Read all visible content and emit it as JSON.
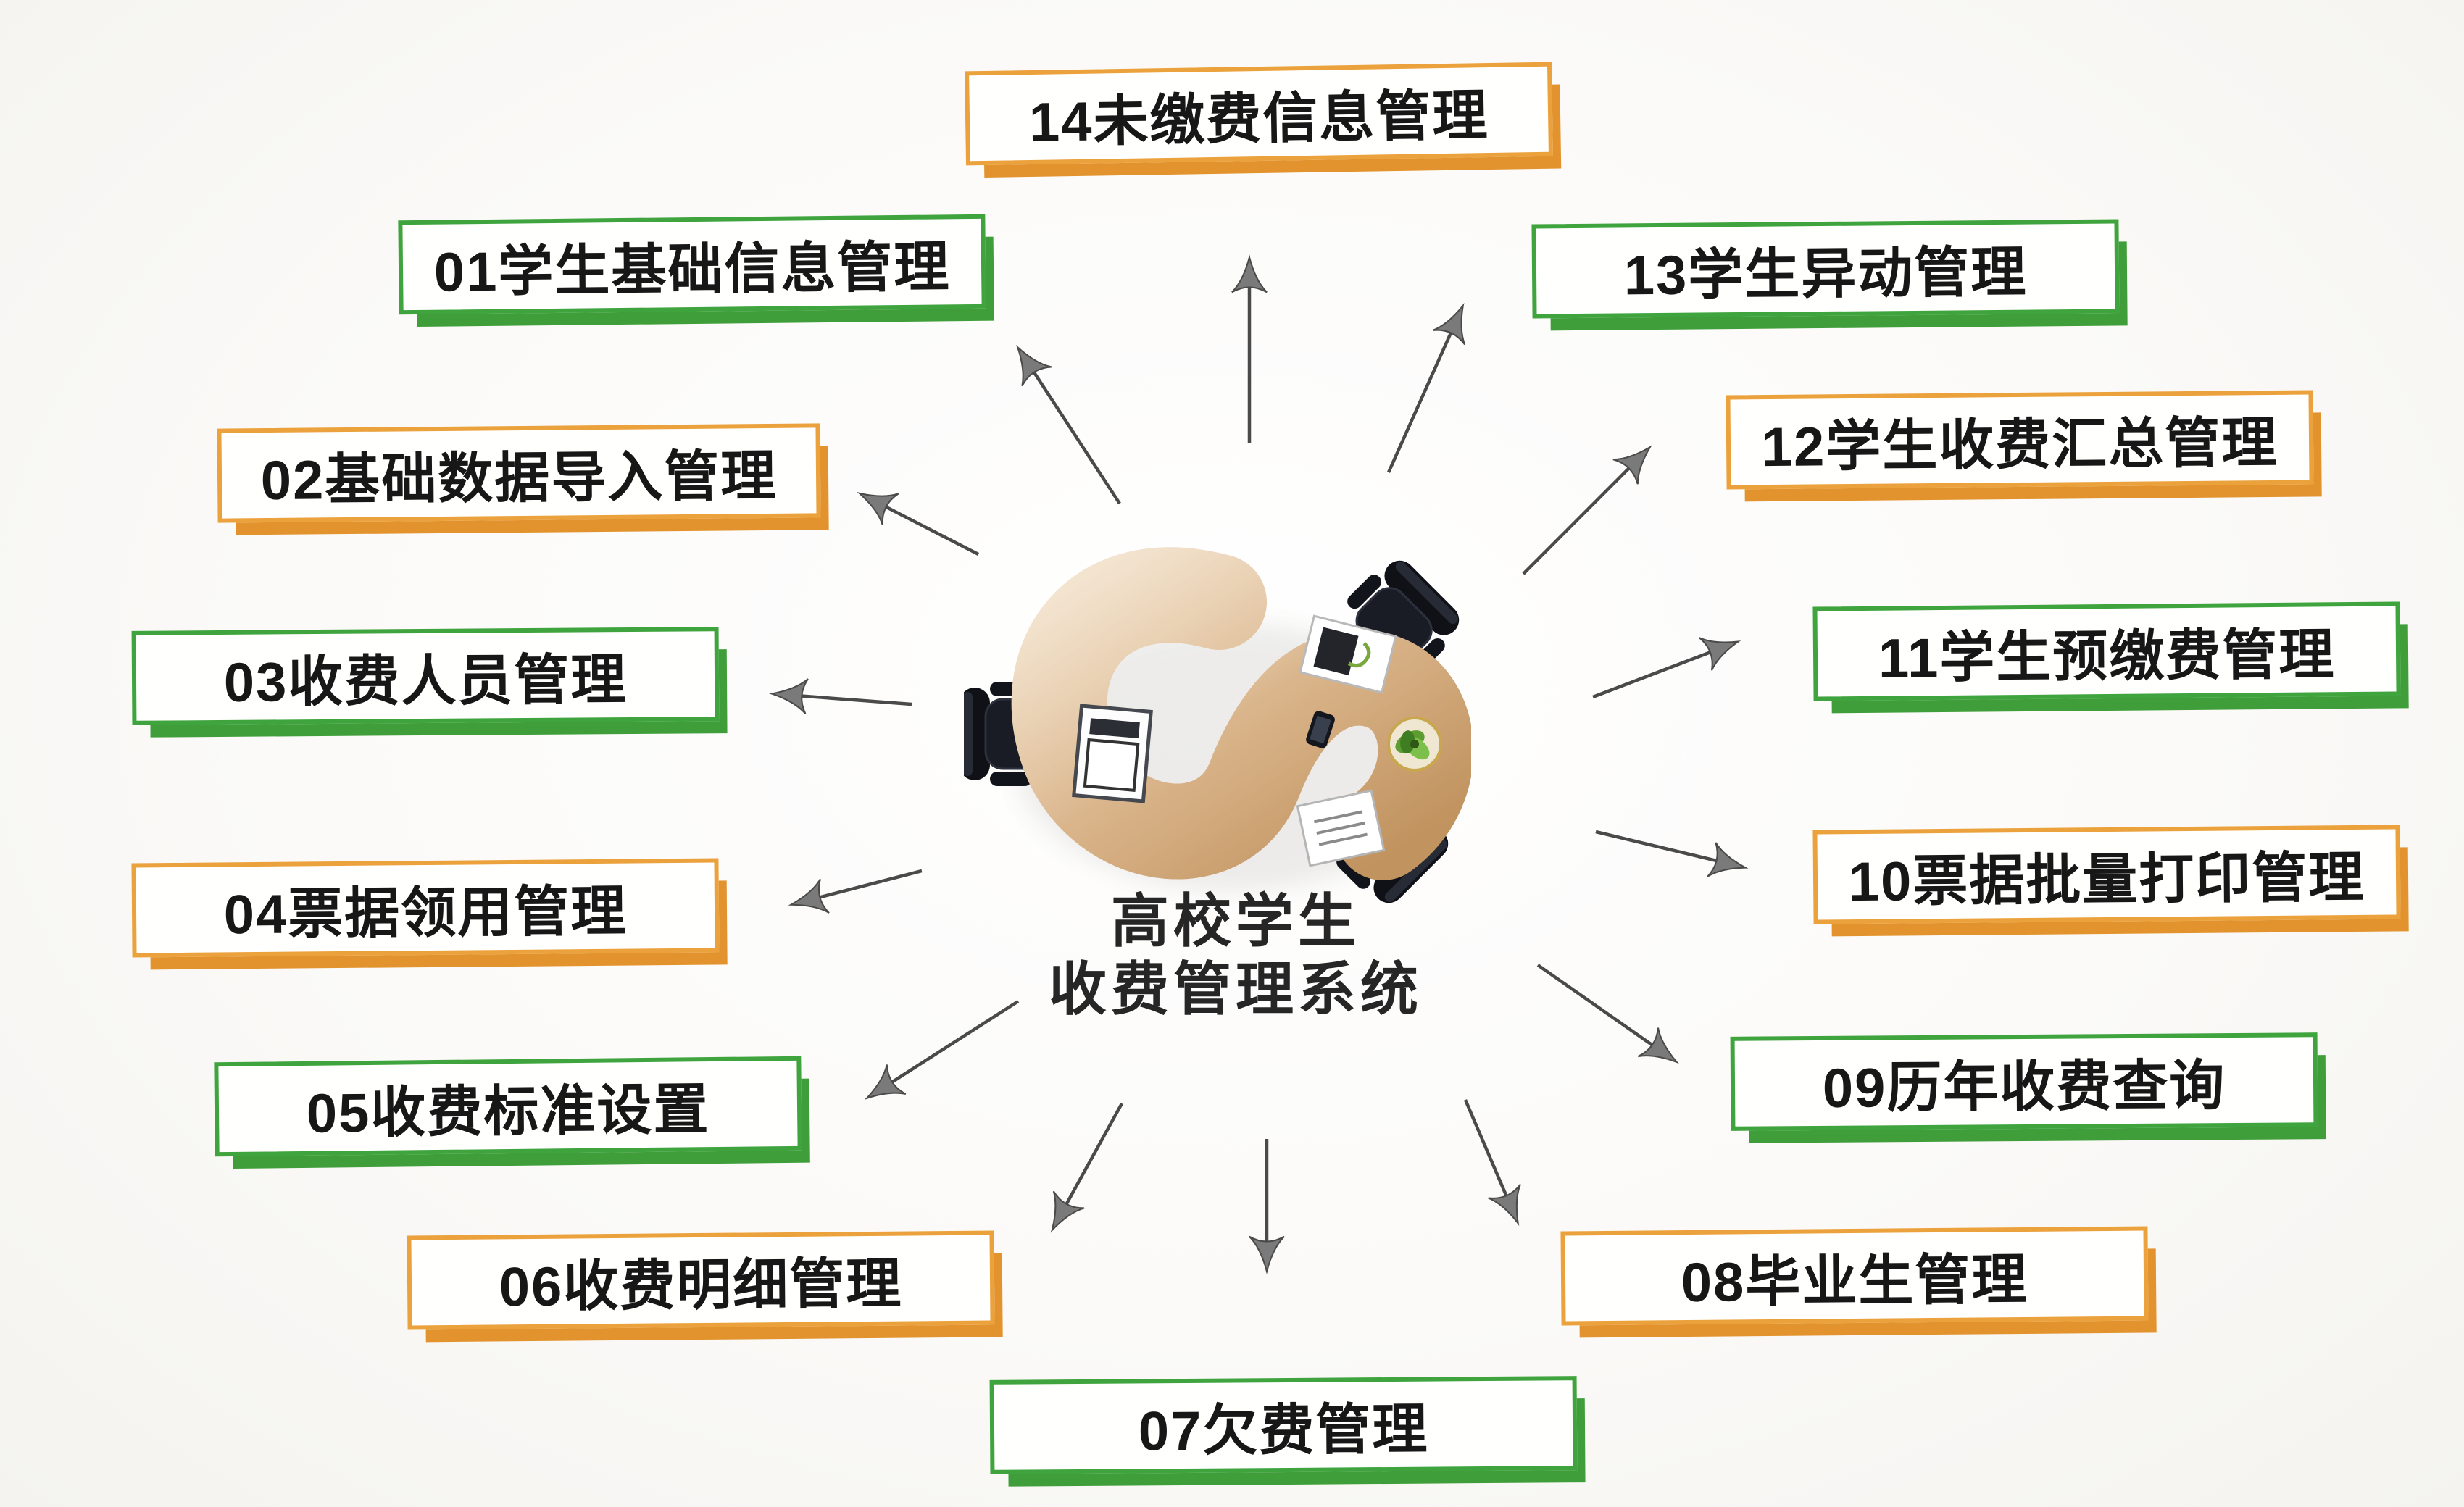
{
  "title": {
    "line1": "高校学生",
    "line2": "收费管理系统"
  },
  "modules": [
    {
      "label": "01学生基础信息管理",
      "color": "green"
    },
    {
      "label": "02基础数据导入管理",
      "color": "orange"
    },
    {
      "label": "03收费人员管理",
      "color": "green"
    },
    {
      "label": "04票据领用管理",
      "color": "orange"
    },
    {
      "label": "05收费标准设置",
      "color": "green"
    },
    {
      "label": "06收费明细管理",
      "color": "orange"
    },
    {
      "label": "07欠费管理",
      "color": "green"
    },
    {
      "label": "08毕业生管理",
      "color": "orange"
    },
    {
      "label": "09历年收费查询",
      "color": "green"
    },
    {
      "label": "10票据批量打印管理",
      "color": "orange"
    },
    {
      "label": "11学生预缴费管理",
      "color": "green"
    },
    {
      "label": "12学生收费汇总管理",
      "color": "orange"
    },
    {
      "label": "13学生异动管理",
      "color": "green"
    },
    {
      "label": "14未缴费信息管理",
      "color": "orange"
    }
  ],
  "colors": {
    "green_border": "#3fa43e",
    "green_shadow": "#3f9e39",
    "orange_border": "#eba13c",
    "orange_shadow": "#e2932e",
    "arrow_gray": "#4a4a4a",
    "text_black": "#171717",
    "desk_wood": "#d5ab7e"
  }
}
